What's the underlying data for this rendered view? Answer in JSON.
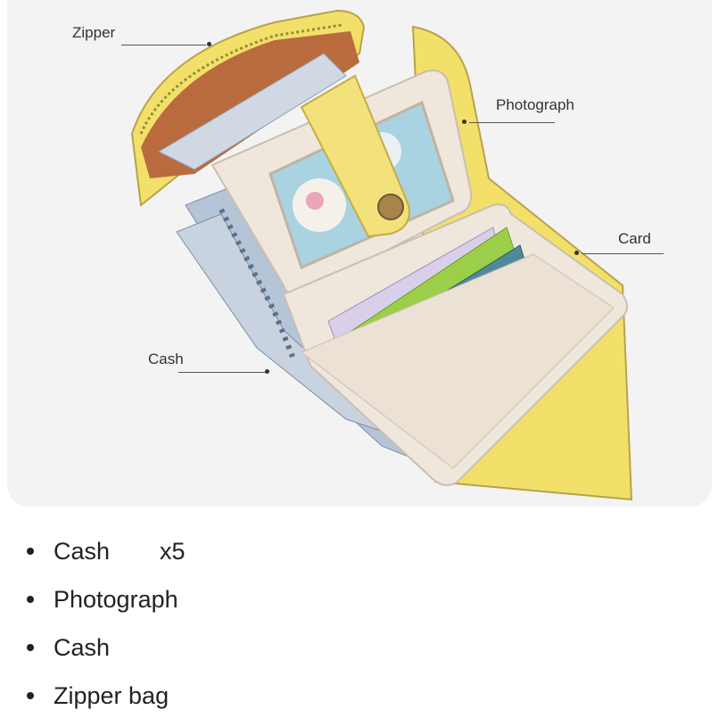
{
  "callouts": {
    "zipper": "Zipper",
    "photograph": "Photograph",
    "card": "Card",
    "cash": "Cash"
  },
  "features": [
    {
      "label": "Cash",
      "qty": "x5"
    },
    {
      "label": "Photograph",
      "qty": ""
    },
    {
      "label": "Cash",
      "qty": ""
    },
    {
      "label": "Zipper bag",
      "qty": ""
    }
  ],
  "colors": {
    "wallet_yellow": "#f2e06a",
    "wallet_cream": "#efe6dc",
    "zipper_tan": "#b9a24a",
    "card_green": "#9ccf49",
    "card_lilac": "#d8cfe9",
    "note_blue": "#b6c4d8"
  }
}
